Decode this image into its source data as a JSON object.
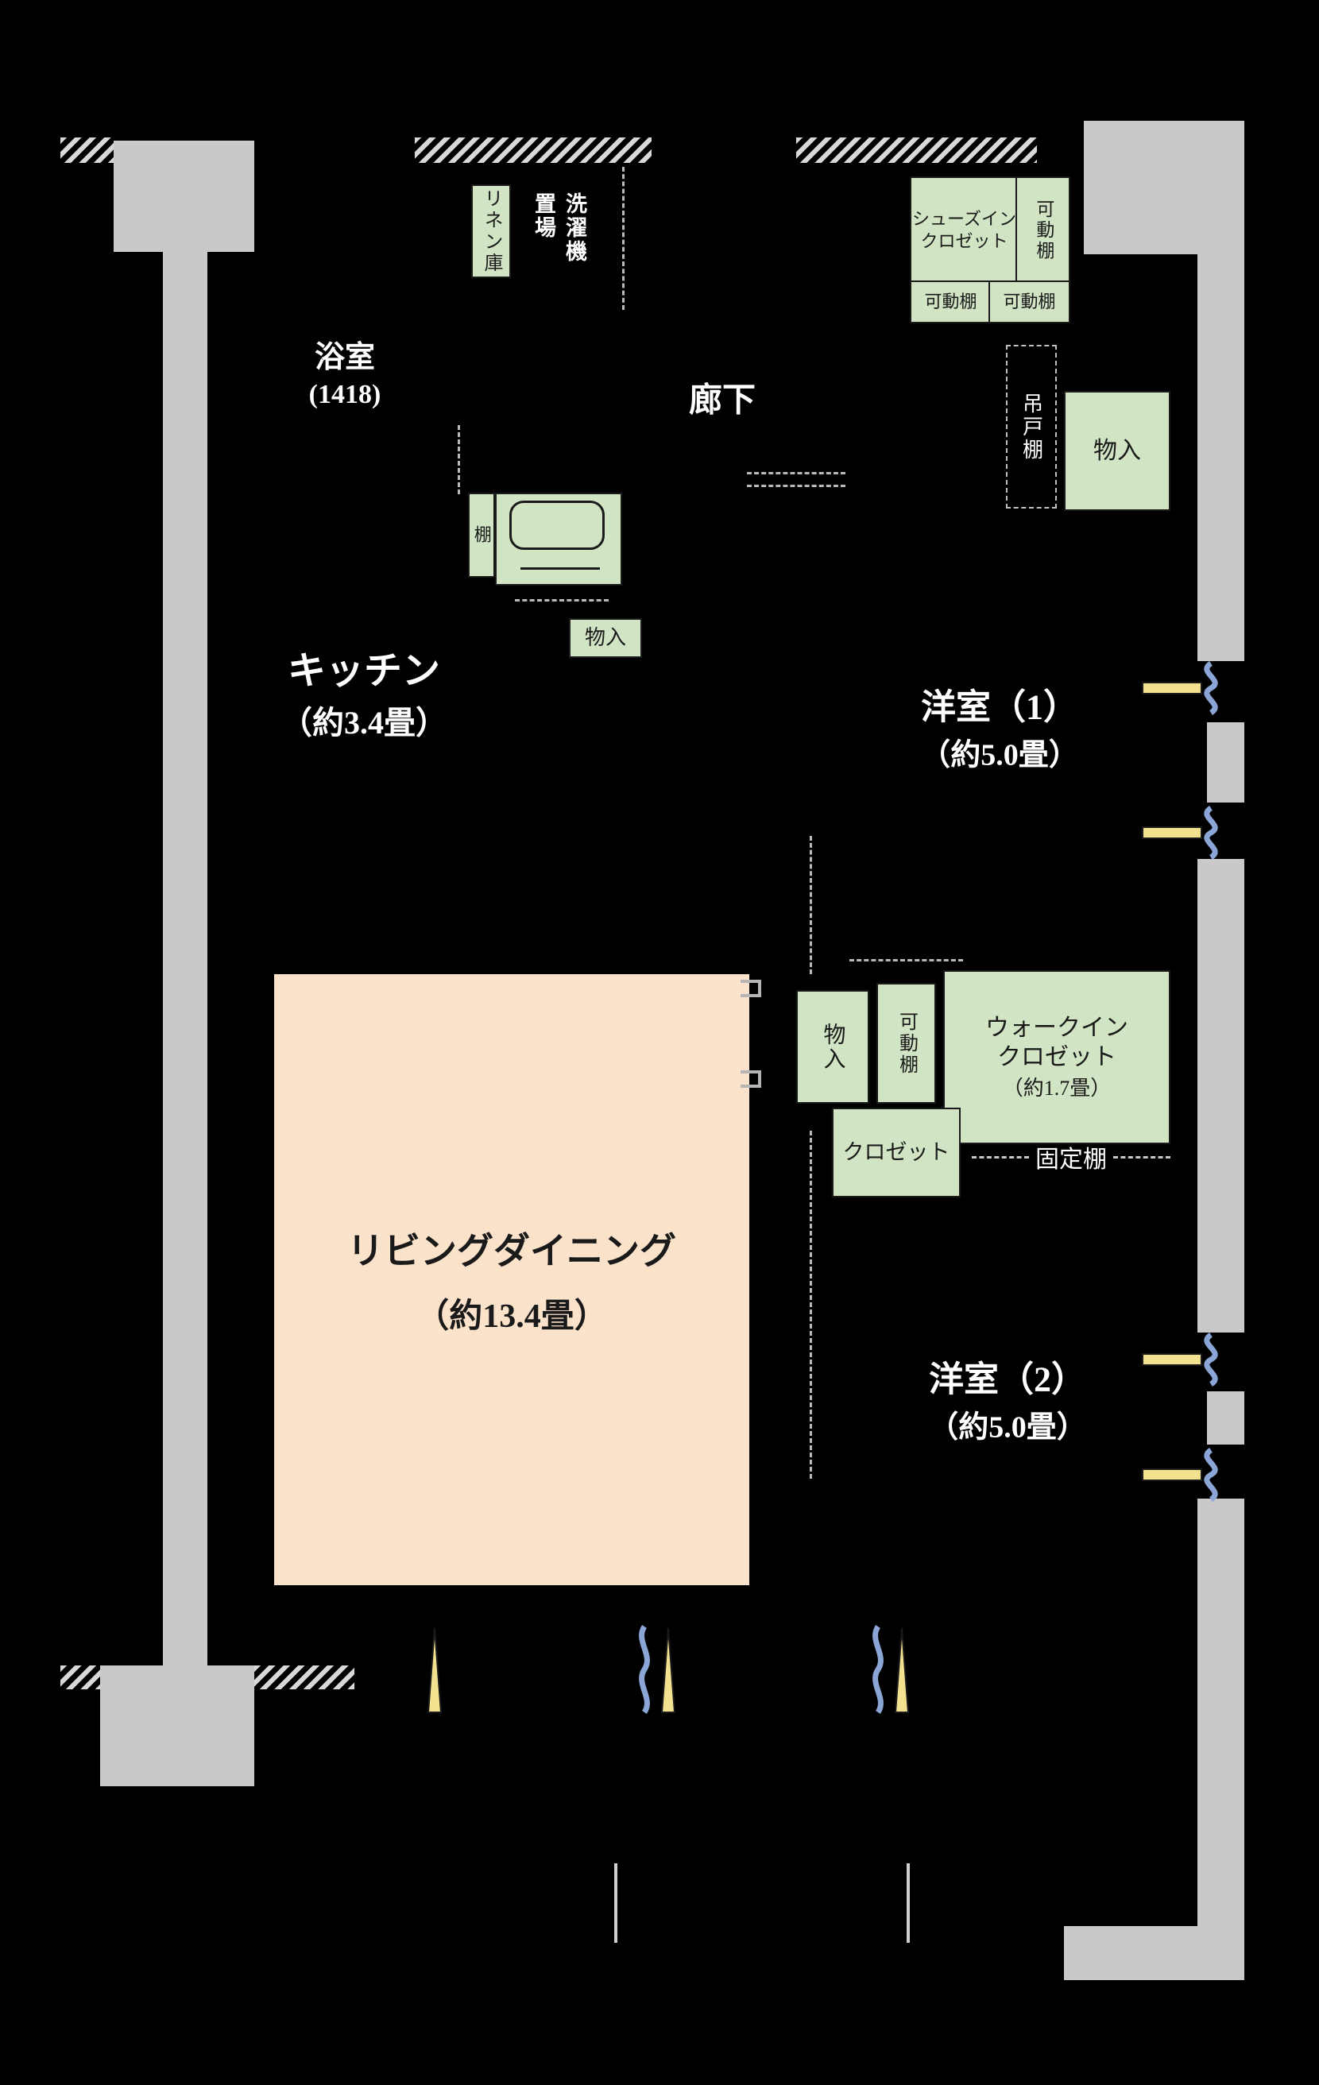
{
  "plan": {
    "rooms": {
      "bathroom": {
        "name": "浴室",
        "size": "(1418)"
      },
      "hallway": {
        "name": "廊下"
      },
      "kitchen": {
        "name": "キッチン",
        "size": "（約3.4畳）"
      },
      "western1": {
        "name": "洋室（1）",
        "size": "（約5.0畳）"
      },
      "western2": {
        "name": "洋室（2）",
        "size": "（約5.0畳）"
      },
      "living": {
        "name": "リビングダイニング",
        "size": "（約13.4畳）"
      }
    },
    "fixtures": {
      "linen": "リネン庫",
      "laundry": "洗濯機\n置場",
      "shoes": "シューズイン\nクロゼット",
      "movable_shelf": "可動棚",
      "hanging_cabinet": "吊戸棚",
      "storage": "物入",
      "shelf": "棚",
      "wic_name": "ウォークイン\nクロゼット",
      "wic_size": "（約1.7畳）",
      "fixed_shelf": "固定棚",
      "closet": "クロゼット"
    },
    "colors": {
      "background": "#000000",
      "wall_gray": "#c9c9c9",
      "closet_green": "#d1e4c3",
      "living_peach": "#fbe3cb",
      "symbol_yellow": "#f2e28f",
      "symbol_blue": "#8ba6d6",
      "label_light": "#ffffff",
      "label_dark": "#1a1a1a"
    },
    "icons": {
      "window_frame": "yellow-bar",
      "window_curtain": "blue-wave",
      "door_leaf": "yellow-spike"
    }
  }
}
